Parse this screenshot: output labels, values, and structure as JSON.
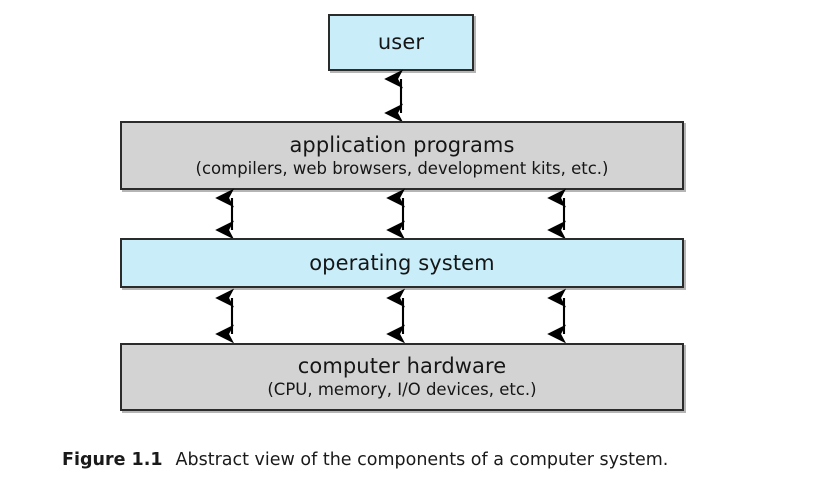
{
  "figure": {
    "caption_label": "Figure 1.1",
    "caption_text": "Abstract view of the components of a computer system.",
    "background_color": "#ffffff"
  },
  "colors": {
    "blue_fill": "#c9eefa",
    "grey_fill": "#d3d3d3",
    "border": "#2b2b2b",
    "text": "#161616",
    "arrow": "#000000"
  },
  "diagram": {
    "type": "layered-block-diagram",
    "nodes": [
      {
        "id": "user",
        "title": "user",
        "subtitle": "",
        "fill": "blue"
      },
      {
        "id": "application",
        "title": "application programs",
        "subtitle": "(compilers, web browsers, development kits, etc.)",
        "fill": "grey"
      },
      {
        "id": "os",
        "title": "operating system",
        "subtitle": "",
        "fill": "blue"
      },
      {
        "id": "hardware",
        "title": "computer hardware",
        "subtitle": "(CPU, memory, I/O devices, etc.)",
        "fill": "grey"
      }
    ],
    "connectors": [
      {
        "id": "user-application",
        "from": "user",
        "to": "application",
        "style": "double-headed-arrow",
        "count": 1
      },
      {
        "id": "application-os",
        "from": "application",
        "to": "os",
        "style": "double-headed-arrow",
        "count": 3
      },
      {
        "id": "os-hardware",
        "from": "os",
        "to": "hardware",
        "style": "double-headed-arrow",
        "count": 3
      }
    ]
  }
}
